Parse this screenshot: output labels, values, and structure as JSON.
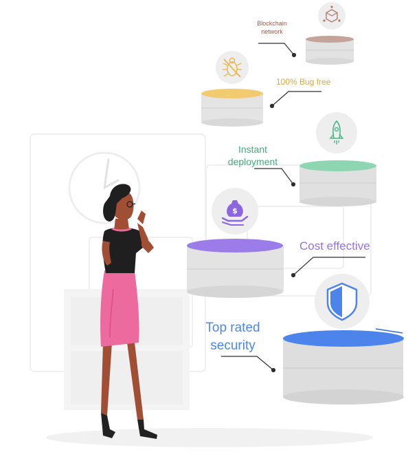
{
  "features": {
    "blockchain": {
      "label": "Blockchain network",
      "icon": "cube-network-icon",
      "color": "#c4a49a"
    },
    "bug_free": {
      "label": "100% Bug free",
      "icon": "crossed-bug-icon",
      "color": "#f2ca6f"
    },
    "instant": {
      "label": "Instant deployment",
      "icon": "rocket-icon",
      "color": "#8ed6b2"
    },
    "cost": {
      "label": "Cost effective",
      "icon": "money-bag-hand-icon",
      "color": "#9b7ce8"
    },
    "security": {
      "label": "Top rated security",
      "icon": "shield-icon",
      "color": "#4d84ec"
    }
  }
}
